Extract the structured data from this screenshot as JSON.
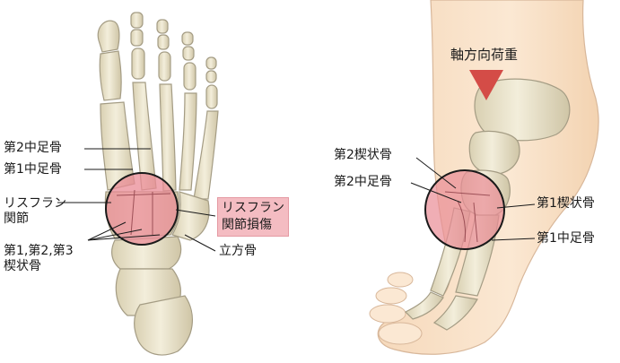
{
  "left_panel": {
    "labels": {
      "metatarsal_2": "第2中足骨",
      "metatarsal_1": "第1中足骨",
      "lisfranc_joint": "リスフラン\n関節",
      "cuneiforms": "第1,第2,第3\n楔状骨",
      "cuboid": "立方骨",
      "lisfranc_injury": "リスフラン\n関節損傷"
    }
  },
  "right_panel": {
    "labels": {
      "axial_load": "軸方向荷重",
      "intermediate_cuneiform": "第2楔状骨",
      "metatarsal_2": "第2中足骨",
      "medial_cuneiform": "第1楔状骨",
      "metatarsal_1": "第1中足骨"
    }
  },
  "colors": {
    "bone": "#ebe3c8",
    "bone_stroke": "#a49c84",
    "skin": "#f9e3c9",
    "skin_stroke": "#d8b79a",
    "highlight_fill": "#e98b96",
    "arrow": "#d44c47",
    "label_box": "#f4bcc2"
  }
}
